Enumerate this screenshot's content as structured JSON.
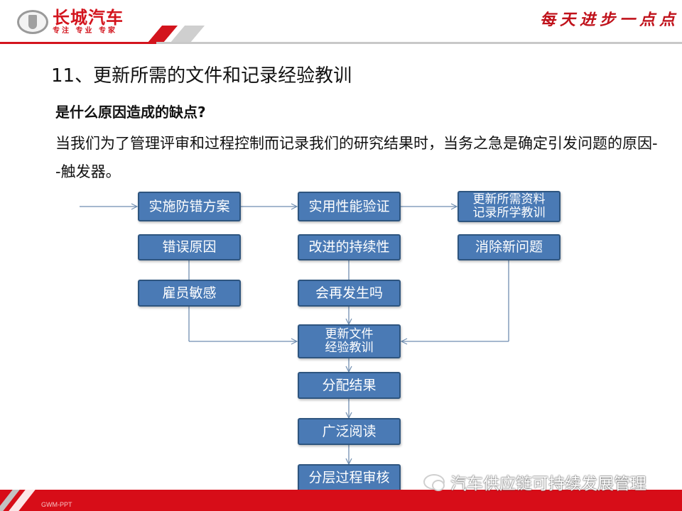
{
  "header": {
    "brand_name": "长城汽车",
    "brand_tagline": "专注 专业 专家",
    "slogan": "每天进步一点点"
  },
  "slide": {
    "title": "11、更新所需的文件和记录经验教训",
    "question": "是什么原因造成的缺点?",
    "paragraph": "当我们为了管理评审和过程控制而记录我们的研究结果时，当务之急是确定引发问题的原因--触发器。"
  },
  "flowchart": {
    "row1": [
      {
        "label": "实施防错方案"
      },
      {
        "label": "实用性能验证"
      },
      {
        "line1": "更新所需资料",
        "line2": "记录所学教训"
      }
    ],
    "row2": [
      {
        "label": "错误原因"
      },
      {
        "label": "改进的持续性"
      },
      {
        "label": "消除新问题"
      }
    ],
    "row3": [
      {
        "label": "雇员敏感"
      },
      {
        "label": "会再发生吗"
      }
    ],
    "center": [
      {
        "line1": "更新文件",
        "line2": "经验教训"
      },
      {
        "label": "分配结果"
      },
      {
        "label": "广泛阅读"
      },
      {
        "label": "分层过程审核"
      }
    ],
    "colors": {
      "box_fill": "#4a7ab5",
      "box_border": "#2e557f",
      "connector": "#6f8db0"
    }
  },
  "footer": {
    "label": "GWM-PPT",
    "watermark": "汽车供应链可持续发展管理",
    "bar_color": "#d70d18"
  }
}
